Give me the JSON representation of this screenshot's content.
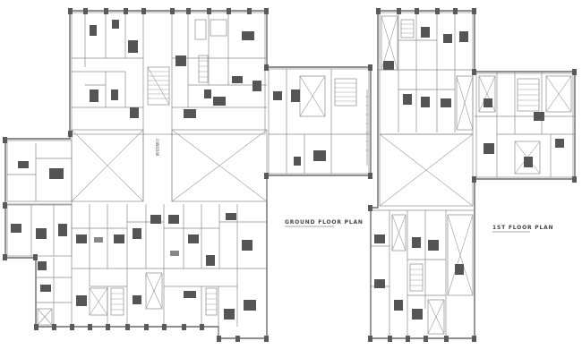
{
  "drawing": {
    "ground_floor_title": "GROUND FLOOR PLAN",
    "first_floor_title": "1ST FLOOR PLAN",
    "corridor_label": "CORRIDOR"
  }
}
